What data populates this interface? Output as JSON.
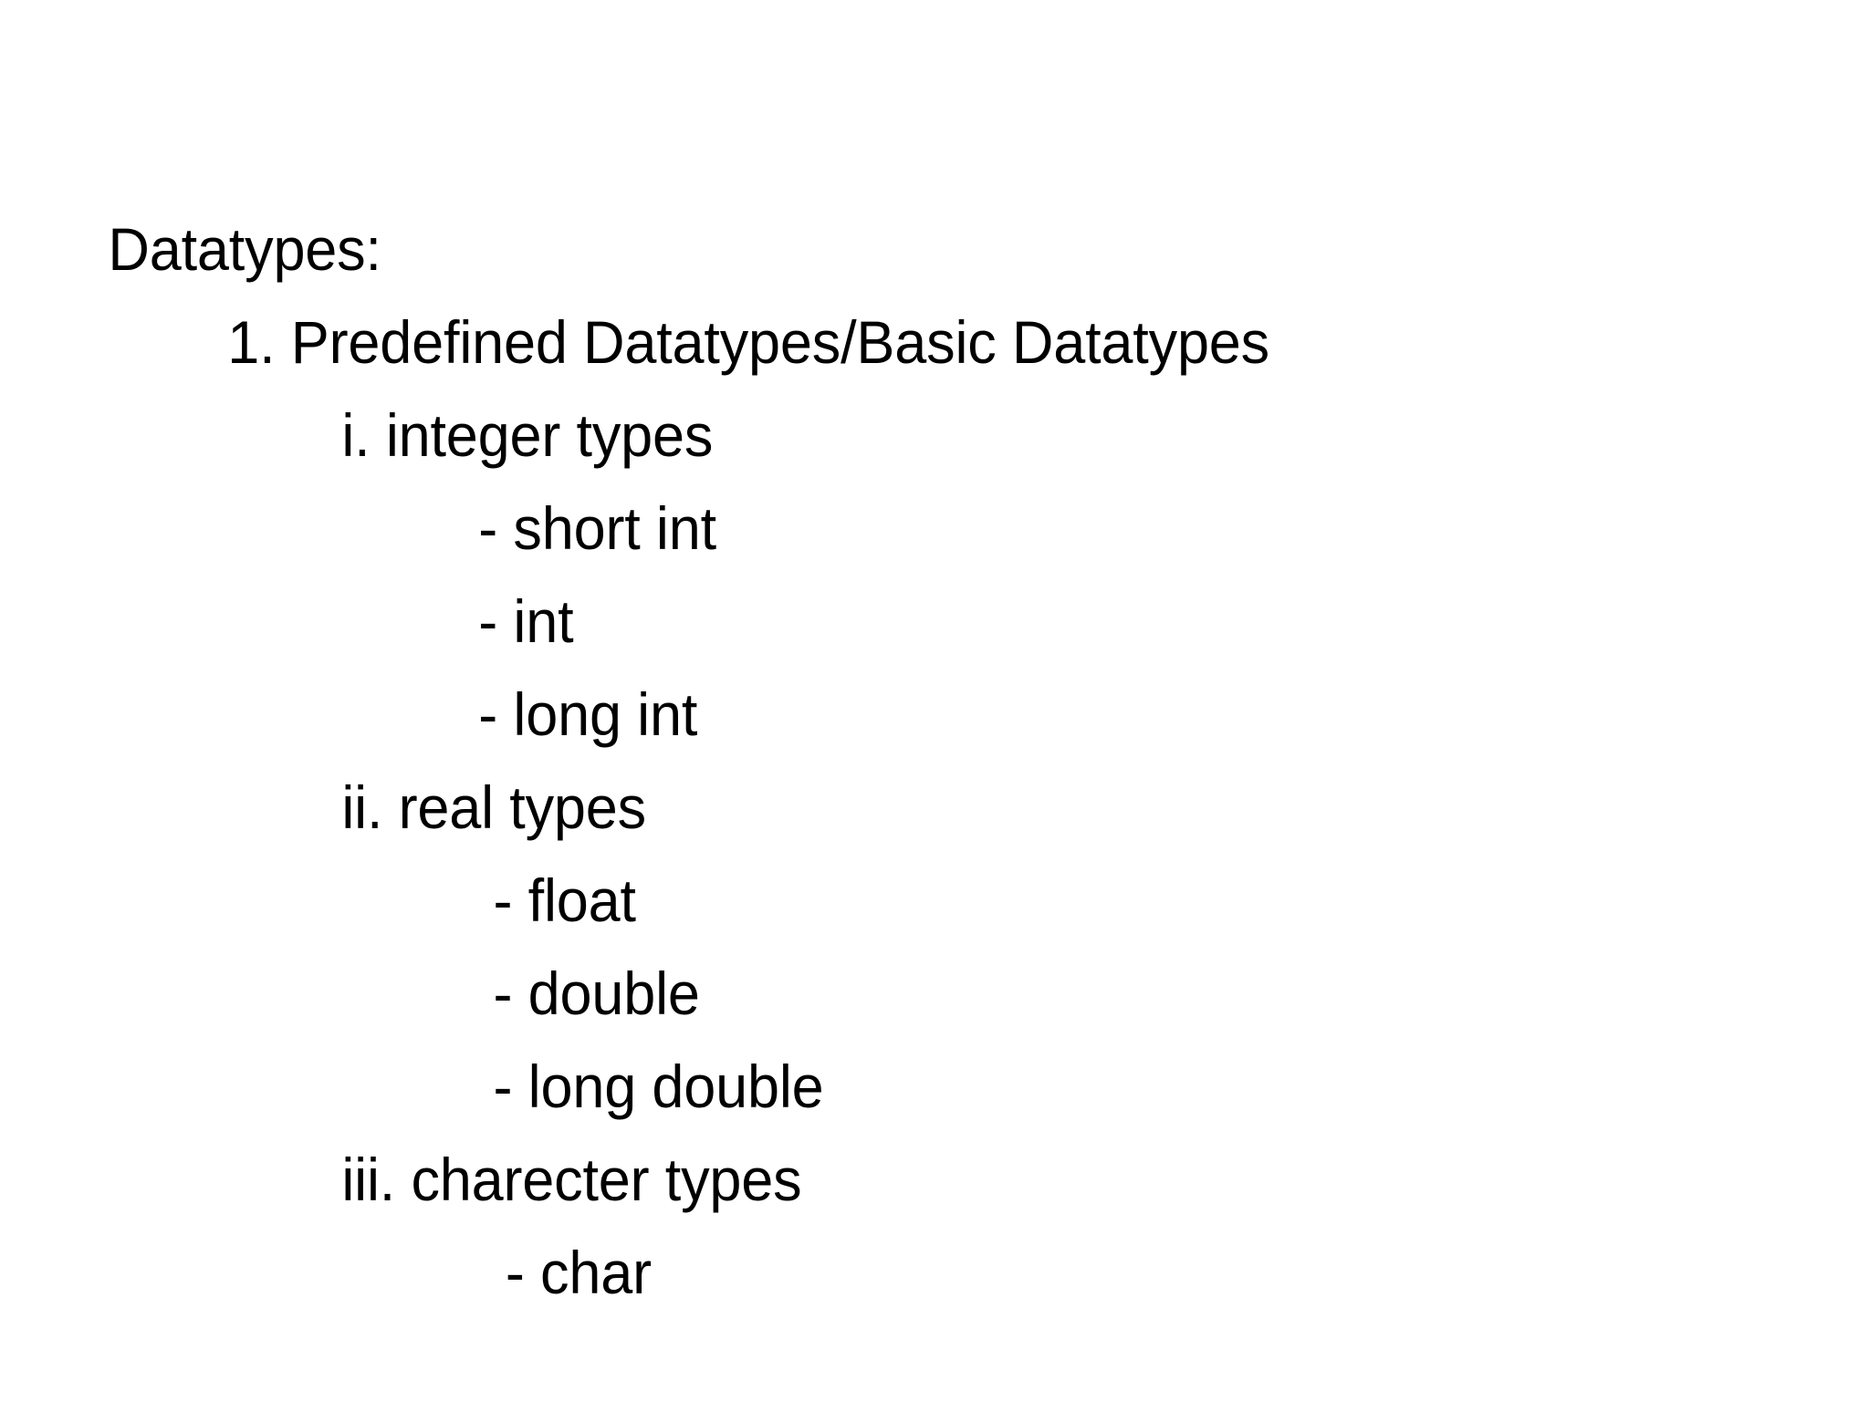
{
  "slide": {
    "background_color": "#ffffff",
    "text_color": "#000000",
    "title_line": "Datatypes:",
    "lines": [
      {
        "text": "Datatypes:",
        "level": 0
      },
      {
        "text": "1. Predefined Datatypes/Basic Datatypes",
        "level": 1
      },
      {
        "text": "i. integer types",
        "level": 2
      },
      {
        "text": "- short int",
        "level": 3
      },
      {
        "text": "- int",
        "level": 3
      },
      {
        "text": "- long int",
        "level": 3
      },
      {
        "text": "ii. real types",
        "level": 2
      },
      {
        "text": "- float",
        "level": 4
      },
      {
        "text": "- double",
        "level": 4
      },
      {
        "text": "- long double",
        "level": 4
      },
      {
        "text": "iii. charecter types",
        "level": 2
      },
      {
        "text": "- char",
        "level": 5
      }
    ]
  }
}
